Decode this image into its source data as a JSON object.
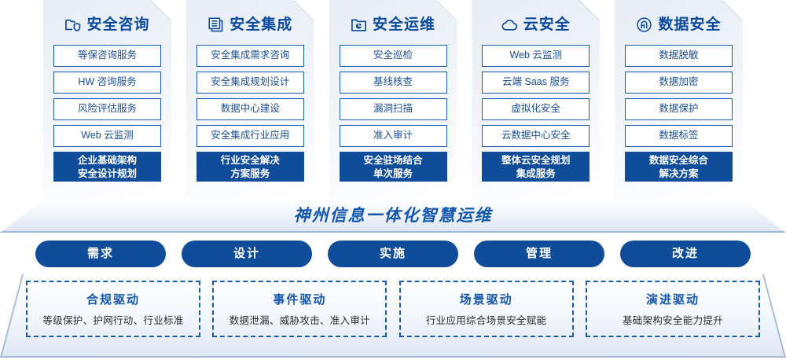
{
  "columns": [
    {
      "icon": "folder-shield-icon",
      "title": "安全咨询",
      "items": [
        "等保咨询服务",
        "HW 咨询服务",
        "风险评估服务",
        "Web 云监测"
      ],
      "highlight": "企业基础架构\n安全设计规划"
    },
    {
      "icon": "stacked-documents-icon",
      "title": "安全集成",
      "items": [
        "安全集成需求咨询",
        "安全集成规划设计",
        "数据中心建设",
        "安全集成行业应用"
      ],
      "highlight": "行业安全解决\n方案服务"
    },
    {
      "icon": "folder-chart-icon",
      "title": "安全运维",
      "items": [
        "安全巡检",
        "基线核查",
        "漏洞扫描",
        "准入审计"
      ],
      "highlight": "安全驻场结合\n单次服务"
    },
    {
      "icon": "cloud-icon",
      "title": "云安全",
      "items": [
        "Web 云监测",
        "云端 Saas 服务",
        "虚拟化安全",
        "云数据中心安全"
      ],
      "highlight": "整体云安全规划\n集成服务"
    },
    {
      "icon": "fingerprint-icon",
      "title": "数据安全",
      "items": [
        "数据脱敏",
        "数据加密",
        "数据保护",
        "数据标签"
      ],
      "highlight": "数据安全综合\n解决方案"
    }
  ],
  "banner": {
    "title": "神州信息一体化智慧运维"
  },
  "pills": [
    {
      "label": "需求"
    },
    {
      "label": "设计"
    },
    {
      "label": "实施"
    },
    {
      "label": "管理"
    },
    {
      "label": "改进"
    }
  ],
  "drivers": [
    {
      "title": "合规驱动",
      "sub": "等级保护、护网行动、行业标准"
    },
    {
      "title": "事件驱动",
      "sub": "数据泄漏、威胁攻击、准入审计"
    },
    {
      "title": "场景驱动",
      "sub": "行业应用综合场景安全赋能"
    },
    {
      "title": "演进驱动",
      "sub": "基础架构安全能力提升"
    }
  ],
  "colors": {
    "primary": "#0f4c99",
    "accent": "#1558ae",
    "border": "#1b5bab",
    "panel_bg": "#eef2f8"
  }
}
